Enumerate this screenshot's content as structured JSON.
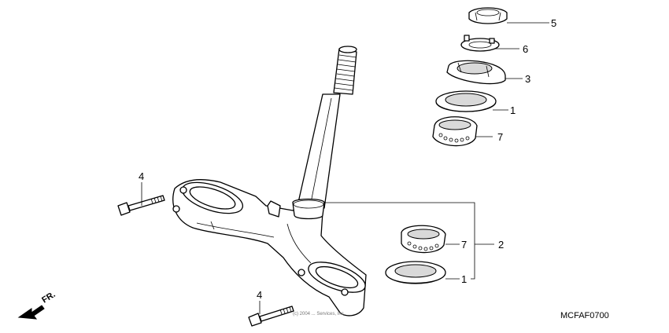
{
  "diagram": {
    "callouts": {
      "nut_top": "5",
      "lock_washer": "6",
      "adjust_nut": "3",
      "dust_seal_upper": "1",
      "bearing_upper": "7",
      "bolt_upper": "4",
      "bolt_lower": "4",
      "bearing_lower": "7",
      "dust_seal_lower": "1",
      "stem_assembly": "2"
    },
    "diagram_code": "MCFAF0700",
    "direction_marker": "FR.",
    "copyright_text": "(c) 2004 ... Services, Inc."
  }
}
